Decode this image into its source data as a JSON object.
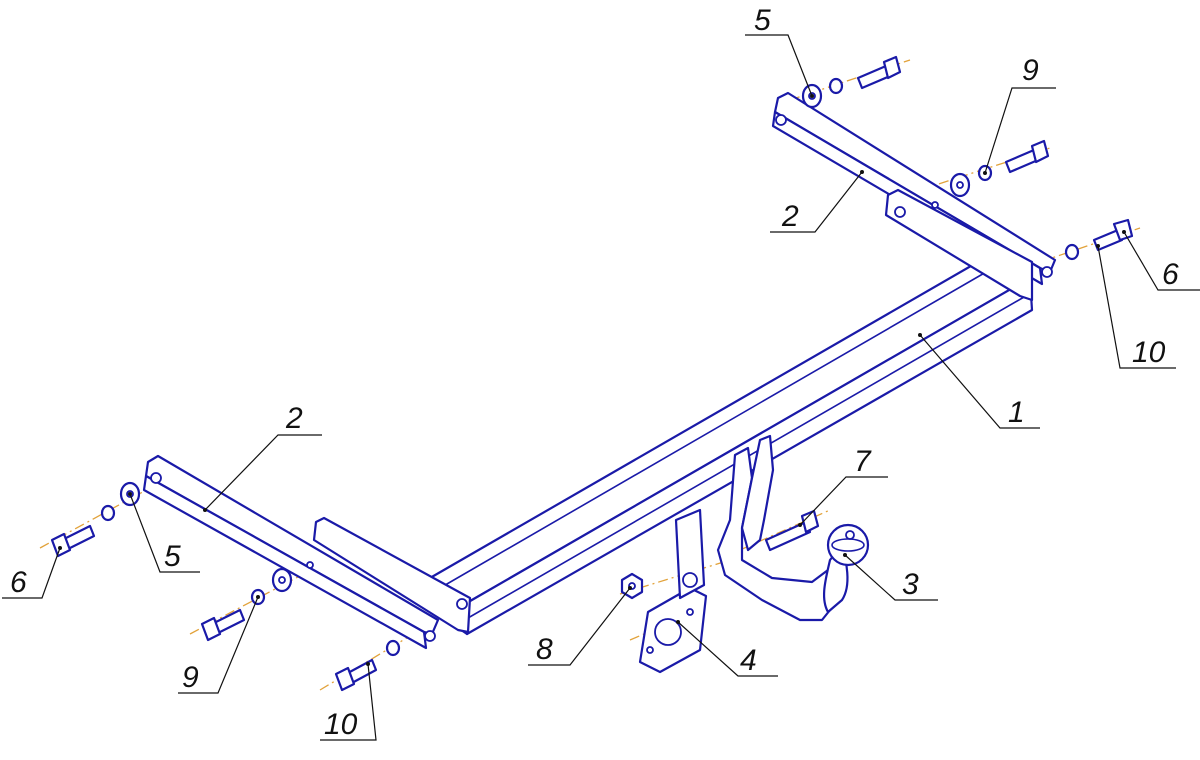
{
  "callouts": [
    {
      "id": "c1",
      "text": "1"
    },
    {
      "id": "c2a",
      "text": "2"
    },
    {
      "id": "c2b",
      "text": "2"
    },
    {
      "id": "c3",
      "text": "3"
    },
    {
      "id": "c4",
      "text": "4"
    },
    {
      "id": "c5a",
      "text": "5"
    },
    {
      "id": "c5b",
      "text": "5"
    },
    {
      "id": "c6a",
      "text": "6"
    },
    {
      "id": "c6b",
      "text": "6"
    },
    {
      "id": "c7",
      "text": "7"
    },
    {
      "id": "c8",
      "text": "8"
    },
    {
      "id": "c9a",
      "text": "9"
    },
    {
      "id": "c9b",
      "text": "9"
    },
    {
      "id": "c10a",
      "text": "10"
    },
    {
      "id": "c10b",
      "text": "10"
    }
  ],
  "colors": {
    "line": "#1a1aa8",
    "axis": "#e2a23a",
    "leader": "#111111",
    "background": "#ffffff"
  }
}
